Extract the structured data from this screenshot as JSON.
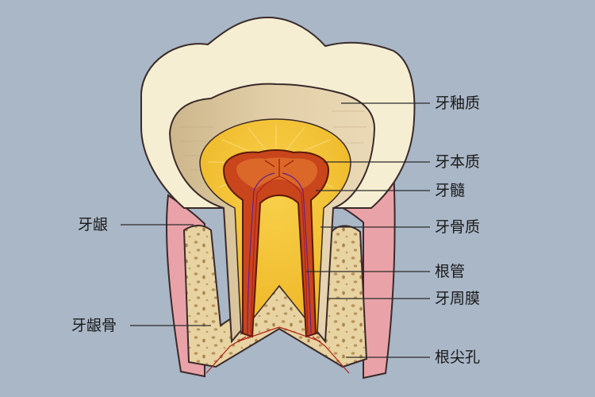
{
  "colors": {
    "background": "#a9b7c7",
    "enamel": "#f6eed2",
    "dentin": "#dcc79e",
    "pulp_glow": "#f2c23a",
    "pulp": "#c9451c",
    "gum": "#e9a3a8",
    "bone": "#e8d3a2",
    "leader": "#2b2b2b"
  },
  "labels": {
    "enamel": "牙釉质",
    "dentin": "牙本质",
    "pulp": "牙髓",
    "gingiva": "牙龈",
    "cementum": "牙骨质",
    "root_canal": "根管",
    "periodontal_membrane": "牙周膜",
    "alveolar_bone": "牙龈骨",
    "apical_foramen": "根尖孔"
  }
}
